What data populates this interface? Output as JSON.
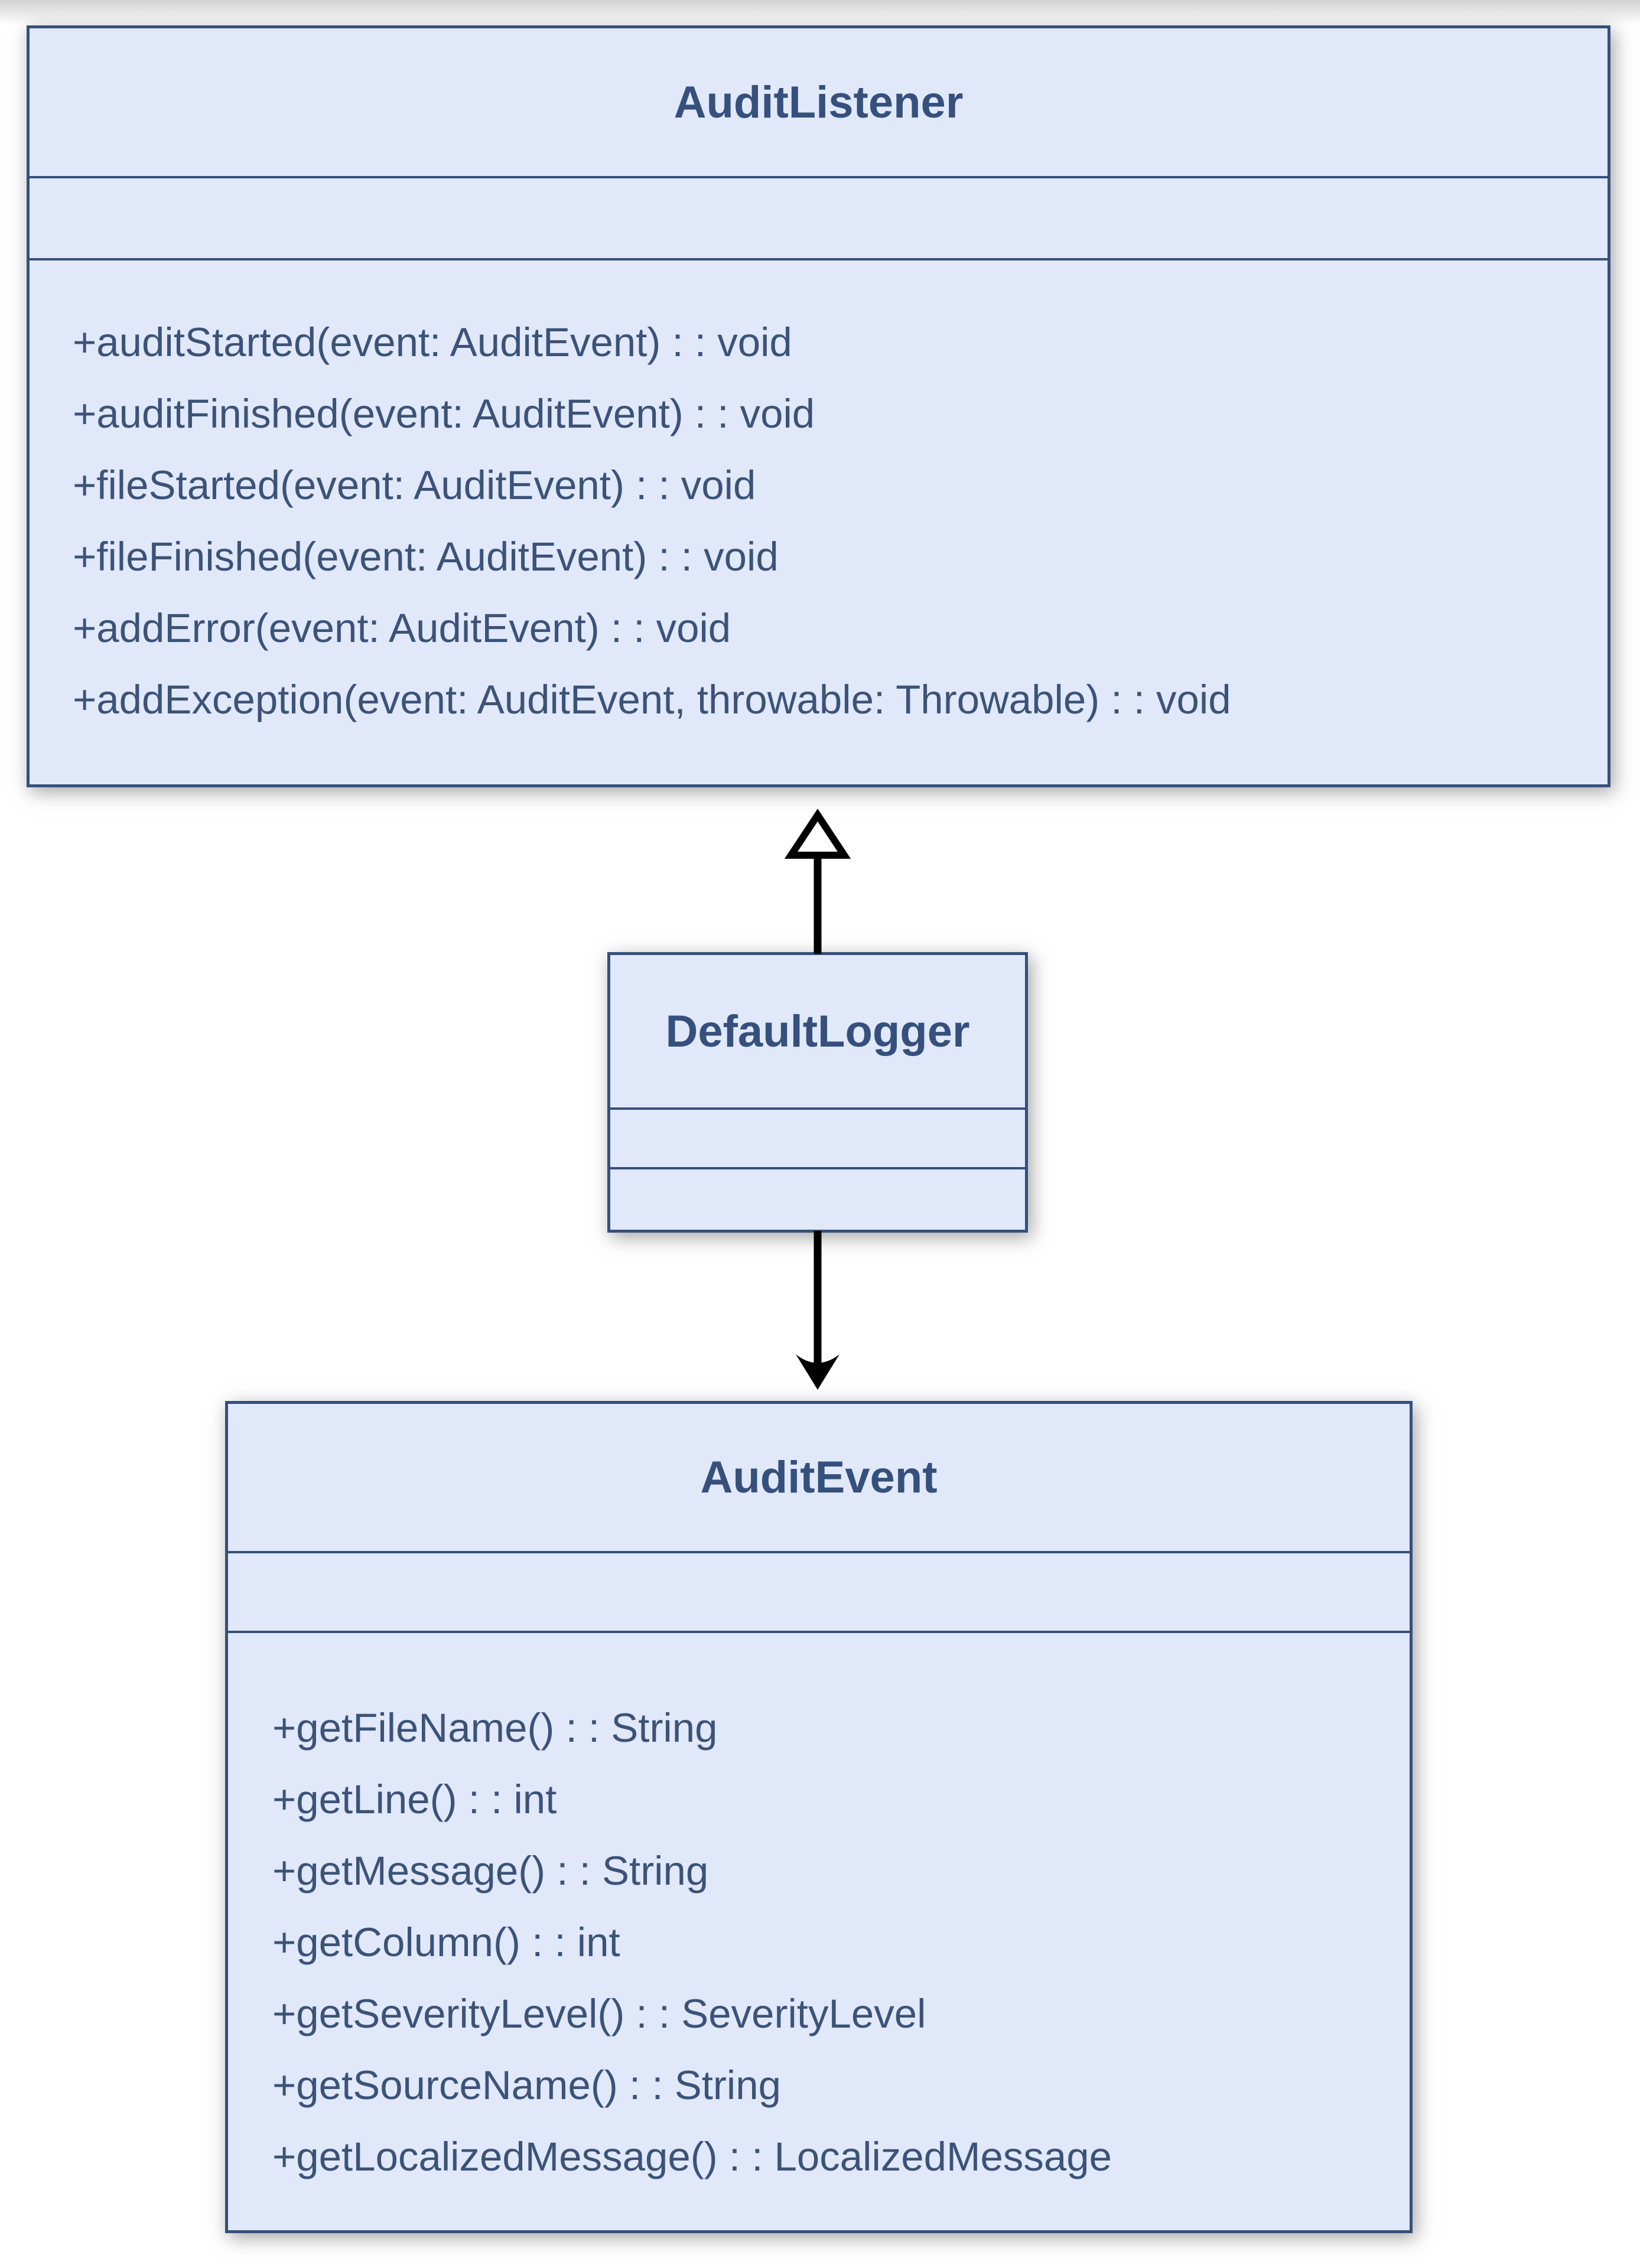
{
  "diagram": {
    "type": "uml-class-diagram",
    "classes": [
      {
        "name": "AuditListener",
        "attributes": [],
        "methods": [
          "+auditStarted(event: AuditEvent) : : void",
          "+auditFinished(event: AuditEvent) : : void",
          "+fileStarted(event: AuditEvent) : : void",
          "+fileFinished(event: AuditEvent) : : void",
          "+addError(event: AuditEvent) : : void",
          "+addException(event: AuditEvent, throwable: Throwable) : : void"
        ]
      },
      {
        "name": "DefaultLogger",
        "attributes": [],
        "methods": []
      },
      {
        "name": "AuditEvent",
        "attributes": [],
        "methods": [
          "+getFileName() : : String",
          "+getLine() : : int",
          "+getMessage() : : String",
          "+getColumn() : : int",
          "+getSeverityLevel() : : SeverityLevel",
          "+getSourceName() : : String",
          "+getLocalizedMessage() : : LocalizedMessage"
        ]
      }
    ],
    "relationships": [
      {
        "from": "DefaultLogger",
        "to": "AuditListener",
        "type": "realization",
        "arrowhead": "hollow-triangle",
        "direction": "up"
      },
      {
        "from": "DefaultLogger",
        "to": "AuditEvent",
        "type": "dependency",
        "arrowhead": "open-arrow",
        "direction": "down"
      }
    ],
    "colors": {
      "box_fill": "#e0e8fa",
      "box_border": "#35507d",
      "title_text": "#35507c",
      "method_text": "#3c5378",
      "arrow": "#000000",
      "background": "#ffffff"
    }
  }
}
